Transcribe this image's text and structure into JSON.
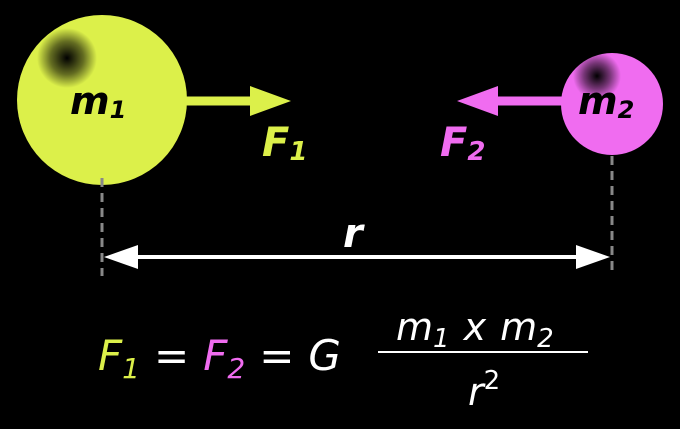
{
  "colors": {
    "background": "#000000",
    "body1": "#dcf04a",
    "body2": "#f06cf0",
    "line": "#ffffff",
    "dashed": "#888888",
    "label_dark": "#000000"
  },
  "bodies": {
    "mass1": {
      "label": "m",
      "subscript": "1"
    },
    "mass2": {
      "label": "m",
      "subscript": "2"
    }
  },
  "forces": {
    "force1": {
      "label": "F",
      "subscript": "1"
    },
    "force2": {
      "label": "F",
      "subscript": "2"
    }
  },
  "distance": {
    "label": "r"
  },
  "equation": {
    "f1": "F",
    "f1_sub": "1",
    "eq1": "=",
    "f2": "F",
    "f2_sub": "2",
    "eq2": "=",
    "constant": "G",
    "num_m1": "m",
    "num_m1_sub": "1",
    "times": "x",
    "num_m2": "m",
    "num_m2_sub": "2",
    "den_r": "r",
    "den_exp": "2"
  }
}
